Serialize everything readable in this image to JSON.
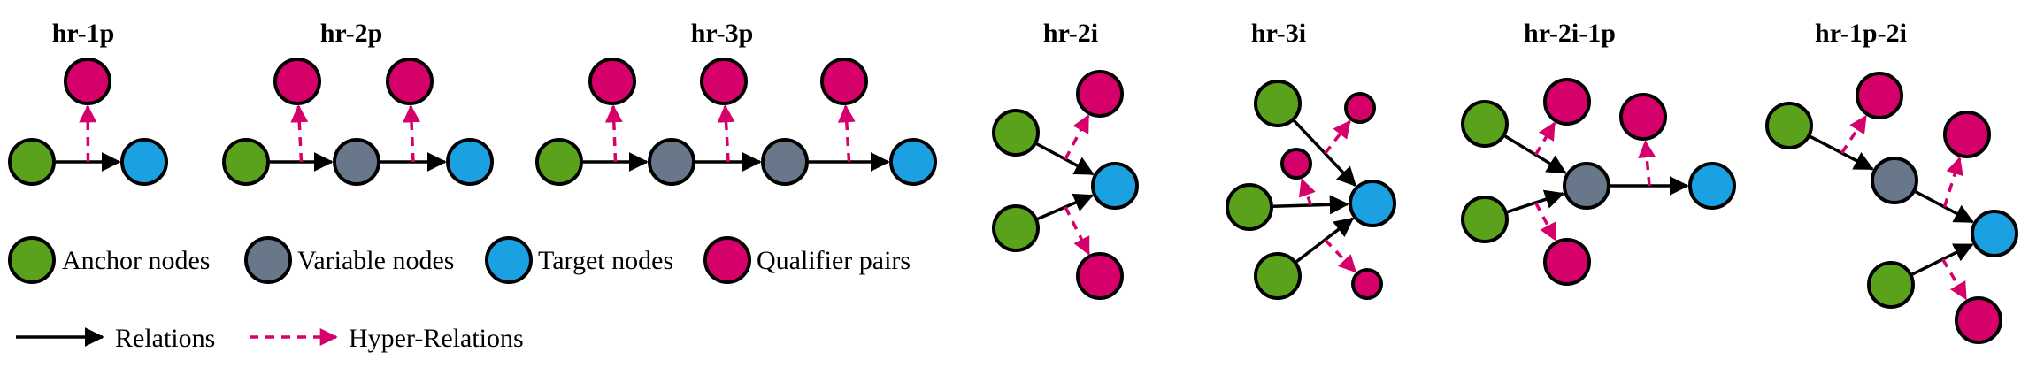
{
  "colors": {
    "anchor": "#5ba21c",
    "variable": "#68788a",
    "target": "#1ba1e2",
    "qualifier": "#d6006b",
    "relation": "#000000",
    "hyper_relation": "#d6006b"
  },
  "panels": [
    {
      "id": "hr-1p",
      "title": "hr-1p"
    },
    {
      "id": "hr-2p",
      "title": "hr-2p"
    },
    {
      "id": "hr-3p",
      "title": "hr-3p"
    },
    {
      "id": "hr-2i",
      "title": "hr-2i"
    },
    {
      "id": "hr-3i",
      "title": "hr-3i"
    },
    {
      "id": "hr-2i-1p",
      "title": "hr-2i-1p"
    },
    {
      "id": "hr-1p-2i",
      "title": "hr-1p-2i"
    }
  ],
  "legend": {
    "anchor": "Anchor nodes",
    "variable": "Variable nodes",
    "target": "Target nodes",
    "qualifier": "Qualifier pairs",
    "relations": "Relations",
    "hyper_relations": "Hyper-Relations"
  }
}
